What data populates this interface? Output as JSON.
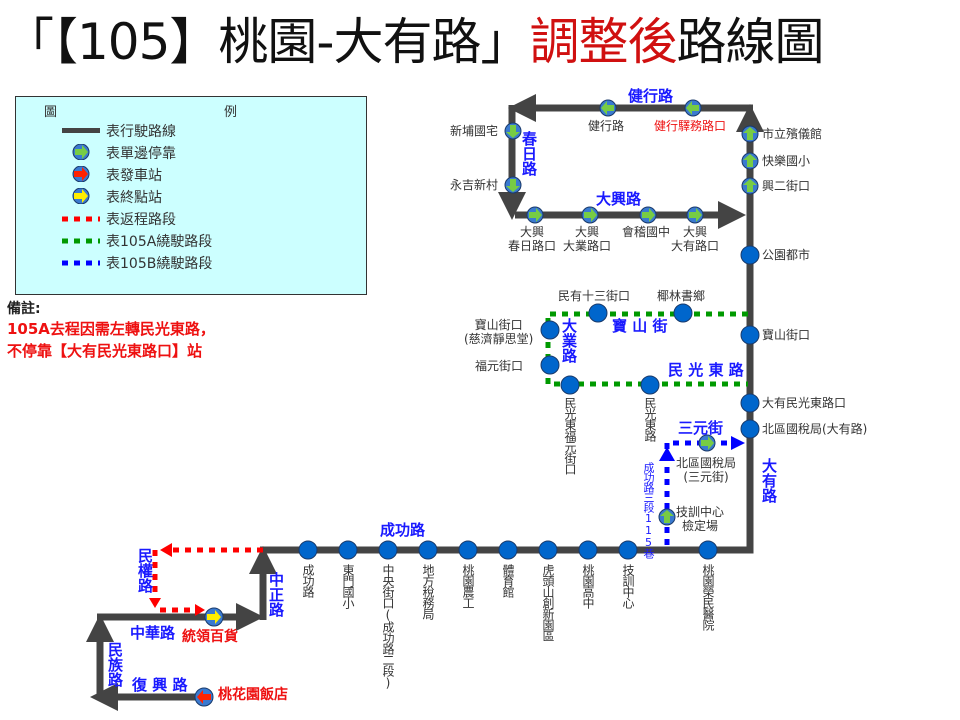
{
  "title": {
    "part1": "「【105】桃園-大有路」",
    "part2": "調整後",
    "part3": "路線圖"
  },
  "legend": {
    "header_left": "圖",
    "header_right": "例",
    "items": [
      {
        "icon": "route-line",
        "label": "表行駛路線"
      },
      {
        "icon": "one-side-stop",
        "label": "表單邊停靠"
      },
      {
        "icon": "departure-stop",
        "label": "表發車站"
      },
      {
        "icon": "terminal-stop",
        "label": "表終點站"
      },
      {
        "icon": "return-segment",
        "label": "表返程路段"
      },
      {
        "icon": "105a-detour",
        "label": "表105A繞駛路段"
      },
      {
        "icon": "105b-detour",
        "label": "表105B繞駛路段"
      }
    ]
  },
  "note": {
    "heading": "備註:",
    "lines": [
      "105A去程因需左轉民光東路，",
      "不停靠【大有民光東路口】站"
    ]
  },
  "colors": {
    "route": "#444444",
    "stop": "#0066cc",
    "one_side": "#77cc44",
    "departure": "#ff2200",
    "terminal": "#ffee00",
    "return": "#ff0000",
    "detour_a": "#009900",
    "detour_b": "#0000ff",
    "road_name": "#1a1aff"
  },
  "roads": {
    "jianxing": "健行路",
    "chunri": "春日路",
    "daxing": "大興路",
    "baoshan": "寶 山 街",
    "daye": "大業路",
    "minguang": "民 光 東 路",
    "sanyuan": "三元街",
    "lane115": "成功路三段115巷",
    "dayou": "大有路",
    "chenggong": "成功路",
    "zhongzheng": "中正路",
    "minquan": "民權路",
    "zhonghua": "中華路",
    "minzu": "民族路",
    "fuxing": "復 興 路"
  },
  "stops": {
    "taohuayuan": "桃花園飯店",
    "tongling": "統領百貨",
    "chenggong_rd": "成功路",
    "dongmen": "東門國小",
    "zhongyang": "中央街口(成功路二段)",
    "tax_local": "地方稅務局",
    "nonggong": "桃園農工",
    "gym": "體育館",
    "hutoushan": "虎頭山創新園區",
    "taoyuan_hs": "桃園高中",
    "jixun": "技訓中心",
    "veterans": "桃園榮民醫院",
    "jixun_test": "技訓中心\n檢定場",
    "north_tax_sanyuan": "北區國稅局\n(三元街)",
    "north_tax": "北區國稅局(大有路)",
    "dayou_minguang": "大有民光東路口",
    "baoshan_jie": "寶山街口",
    "park_city": "公園都市",
    "xinger": "興二街口",
    "kuaile": "快樂國小",
    "funeral": "市立殯儀館",
    "jianxing_yiwu": "健行驛務路口",
    "jianxing_rd": "健行路",
    "xinpu": "新埔國宅",
    "yongji": "永吉新村",
    "dx_chunri": "大興\n春日路口",
    "dx_daye": "大興\n大業路口",
    "kuaiji": "會稽國中",
    "dx_dayou": "大興\n大有路口",
    "minyou13": "民有十三街口",
    "yelin": "椰林書鄉",
    "baoshan_tzuchi": "寶山街口\n(慈濟靜思堂)",
    "fuyuan": "福元街口",
    "mg_fuyuan": "民光東福元街口",
    "mg_rd": "民光東路"
  }
}
